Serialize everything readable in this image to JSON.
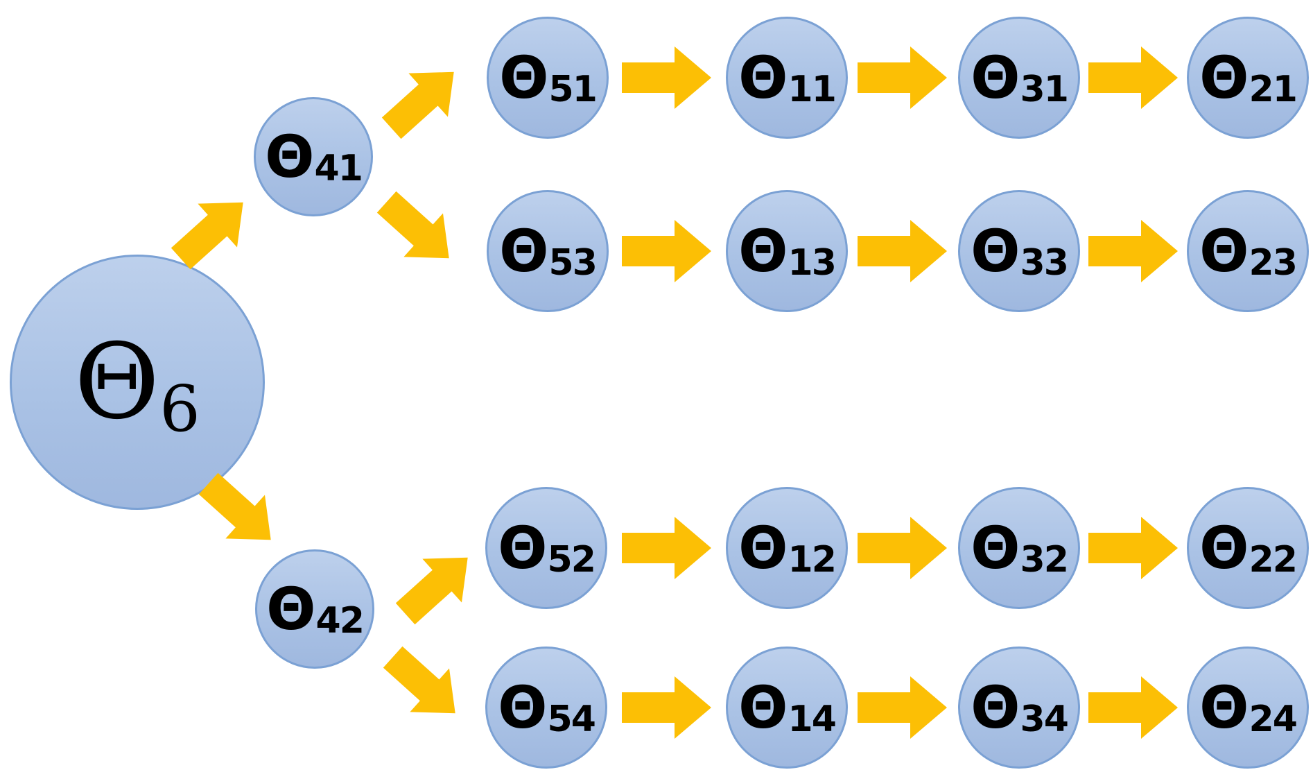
{
  "colors": {
    "background": "#ffffff",
    "arrow": "#fcbf05",
    "node_fill_top": "#bdd0ec",
    "node_fill_mid": "#aac2e5",
    "node_fill_bottom": "#9fb8df",
    "node_border": "#7ba1d4",
    "text": "#000000"
  },
  "diagram": {
    "type": "flow-tree",
    "root_id": "theta6",
    "nodes": {
      "theta6": {
        "base": "Θ",
        "sub": "6"
      },
      "theta41": {
        "base": "Θ",
        "sub": "41"
      },
      "theta42": {
        "base": "Θ",
        "sub": "42"
      },
      "theta51": {
        "base": "Θ",
        "sub": "51"
      },
      "theta11": {
        "base": "Θ",
        "sub": "11"
      },
      "theta31": {
        "base": "Θ",
        "sub": "31"
      },
      "theta21": {
        "base": "Θ",
        "sub": "21"
      },
      "theta53": {
        "base": "Θ",
        "sub": "53"
      },
      "theta13": {
        "base": "Θ",
        "sub": "13"
      },
      "theta33": {
        "base": "Θ",
        "sub": "33"
      },
      "theta23": {
        "base": "Θ",
        "sub": "23"
      },
      "theta52": {
        "base": "Θ",
        "sub": "52"
      },
      "theta12": {
        "base": "Θ",
        "sub": "12"
      },
      "theta32": {
        "base": "Θ",
        "sub": "32"
      },
      "theta22": {
        "base": "Θ",
        "sub": "22"
      },
      "theta54": {
        "base": "Θ",
        "sub": "54"
      },
      "theta14": {
        "base": "Θ",
        "sub": "14"
      },
      "theta34": {
        "base": "Θ",
        "sub": "34"
      },
      "theta24": {
        "base": "Θ",
        "sub": "24"
      }
    },
    "edges": [
      {
        "id": "e1",
        "from": "theta6",
        "to": "theta41",
        "direction": "up-right"
      },
      {
        "id": "e2",
        "from": "theta6",
        "to": "theta42",
        "direction": "down-right"
      },
      {
        "id": "e3",
        "from": "theta41",
        "to": "theta51",
        "direction": "up-right"
      },
      {
        "id": "e4",
        "from": "theta41",
        "to": "theta53",
        "direction": "down-right"
      },
      {
        "id": "e5",
        "from": "theta42",
        "to": "theta52",
        "direction": "up-right"
      },
      {
        "id": "e6",
        "from": "theta42",
        "to": "theta54",
        "direction": "down-right"
      },
      {
        "id": "e7",
        "from": "theta51",
        "to": "theta11",
        "direction": "right"
      },
      {
        "id": "e8",
        "from": "theta11",
        "to": "theta31",
        "direction": "right"
      },
      {
        "id": "e9",
        "from": "theta31",
        "to": "theta21",
        "direction": "right"
      },
      {
        "id": "e10",
        "from": "theta53",
        "to": "theta13",
        "direction": "right"
      },
      {
        "id": "e11",
        "from": "theta13",
        "to": "theta33",
        "direction": "right"
      },
      {
        "id": "e12",
        "from": "theta33",
        "to": "theta23",
        "direction": "right"
      },
      {
        "id": "e13",
        "from": "theta52",
        "to": "theta12",
        "direction": "right"
      },
      {
        "id": "e14",
        "from": "theta12",
        "to": "theta32",
        "direction": "right"
      },
      {
        "id": "e15",
        "from": "theta32",
        "to": "theta22",
        "direction": "right"
      },
      {
        "id": "e16",
        "from": "theta54",
        "to": "theta14",
        "direction": "right"
      },
      {
        "id": "e17",
        "from": "theta14",
        "to": "theta34",
        "direction": "right"
      },
      {
        "id": "e18",
        "from": "theta34",
        "to": "theta24",
        "direction": "right"
      }
    ],
    "rows": [
      [
        "theta51",
        "theta11",
        "theta31",
        "theta21"
      ],
      [
        "theta53",
        "theta13",
        "theta33",
        "theta23"
      ],
      [
        "theta52",
        "theta12",
        "theta32",
        "theta22"
      ],
      [
        "theta54",
        "theta14",
        "theta34",
        "theta24"
      ]
    ]
  }
}
